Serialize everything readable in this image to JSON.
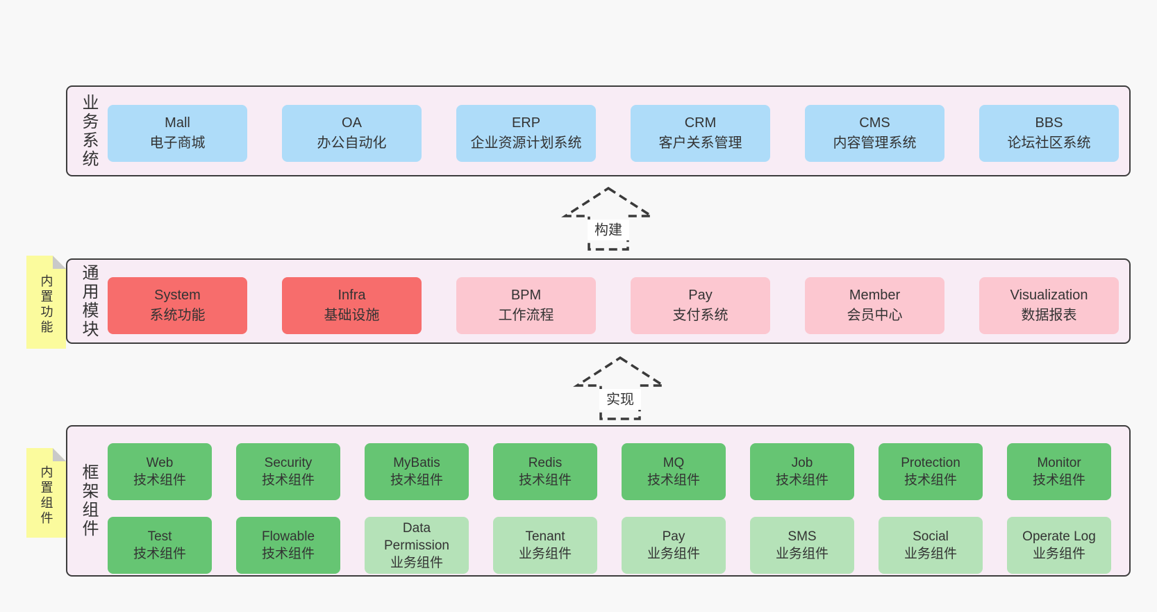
{
  "palette": {
    "page_bg": "#f8f8f8",
    "panel_bg": "#f8ecf5",
    "panel_border": "#3d3d3d",
    "blue": "#aedcf9",
    "red": "#f76d6c",
    "pink": "#fcc7d0",
    "green": "#66c573",
    "green_light": "#b5e2b8",
    "sticky_yellow": "#fbfb9d",
    "sticky_fold": "#c9c9c9",
    "text": "#333333",
    "arrow": "#3a3a3a",
    "label_bg": "#ffffff"
  },
  "panels": [
    {
      "label": "业务系统",
      "box_rows": [
        [
          {
            "en": "Mall",
            "zh": "电子商城",
            "variant": "blue"
          },
          {
            "en": "OA",
            "zh": "办公自动化",
            "variant": "blue"
          },
          {
            "en": "ERP",
            "zh": "企业资源计划系统",
            "variant": "blue"
          },
          {
            "en": "CRM",
            "zh": "客户关系管理",
            "variant": "blue"
          },
          {
            "en": "CMS",
            "zh": "内容管理系统",
            "variant": "blue"
          },
          {
            "en": "BBS",
            "zh": "论坛社区系统",
            "variant": "blue"
          }
        ]
      ]
    },
    {
      "label": "通用模块",
      "sticky": "内置功能",
      "box_rows": [
        [
          {
            "en": "System",
            "zh": "系统功能",
            "variant": "red"
          },
          {
            "en": "Infra",
            "zh": "基础设施",
            "variant": "red"
          },
          {
            "en": "BPM",
            "zh": "工作流程",
            "variant": "pink"
          },
          {
            "en": "Pay",
            "zh": "支付系统",
            "variant": "pink"
          },
          {
            "en": "Member",
            "zh": "会员中心",
            "variant": "pink"
          },
          {
            "en": "Visualization",
            "zh": "数据报表",
            "variant": "pink"
          }
        ]
      ]
    },
    {
      "label": "框架组件",
      "sticky": "内置组件",
      "box_rows": [
        [
          {
            "en": "Web",
            "zh": "技术组件",
            "variant": "green"
          },
          {
            "en": "Security",
            "zh": "技术组件",
            "variant": "green"
          },
          {
            "en": "MyBatis",
            "zh": "技术组件",
            "variant": "green"
          },
          {
            "en": "Redis",
            "zh": "技术组件",
            "variant": "green"
          },
          {
            "en": "MQ",
            "zh": "技术组件",
            "variant": "green"
          },
          {
            "en": "Job",
            "zh": "技术组件",
            "variant": "green"
          },
          {
            "en": "Protection",
            "zh": "技术组件",
            "variant": "green"
          },
          {
            "en": "Monitor",
            "zh": "技术组件",
            "variant": "green"
          }
        ],
        [
          {
            "en": "Test",
            "zh": "技术组件",
            "variant": "green"
          },
          {
            "en": "Flowable",
            "zh": "技术组件",
            "variant": "green"
          },
          {
            "en": "Data Permission",
            "zh": "业务组件",
            "variant": "green_light"
          },
          {
            "en": "Tenant",
            "zh": "业务组件",
            "variant": "green_light"
          },
          {
            "en": "Pay",
            "zh": "业务组件",
            "variant": "green_light"
          },
          {
            "en": "SMS",
            "zh": "业务组件",
            "variant": "green_light"
          },
          {
            "en": "Social",
            "zh": "业务组件",
            "variant": "green_light"
          },
          {
            "en": "Operate Log",
            "zh": "业务组件",
            "variant": "green_light"
          }
        ]
      ]
    }
  ],
  "arrows": [
    {
      "label": "构建"
    },
    {
      "label": "实现"
    }
  ]
}
